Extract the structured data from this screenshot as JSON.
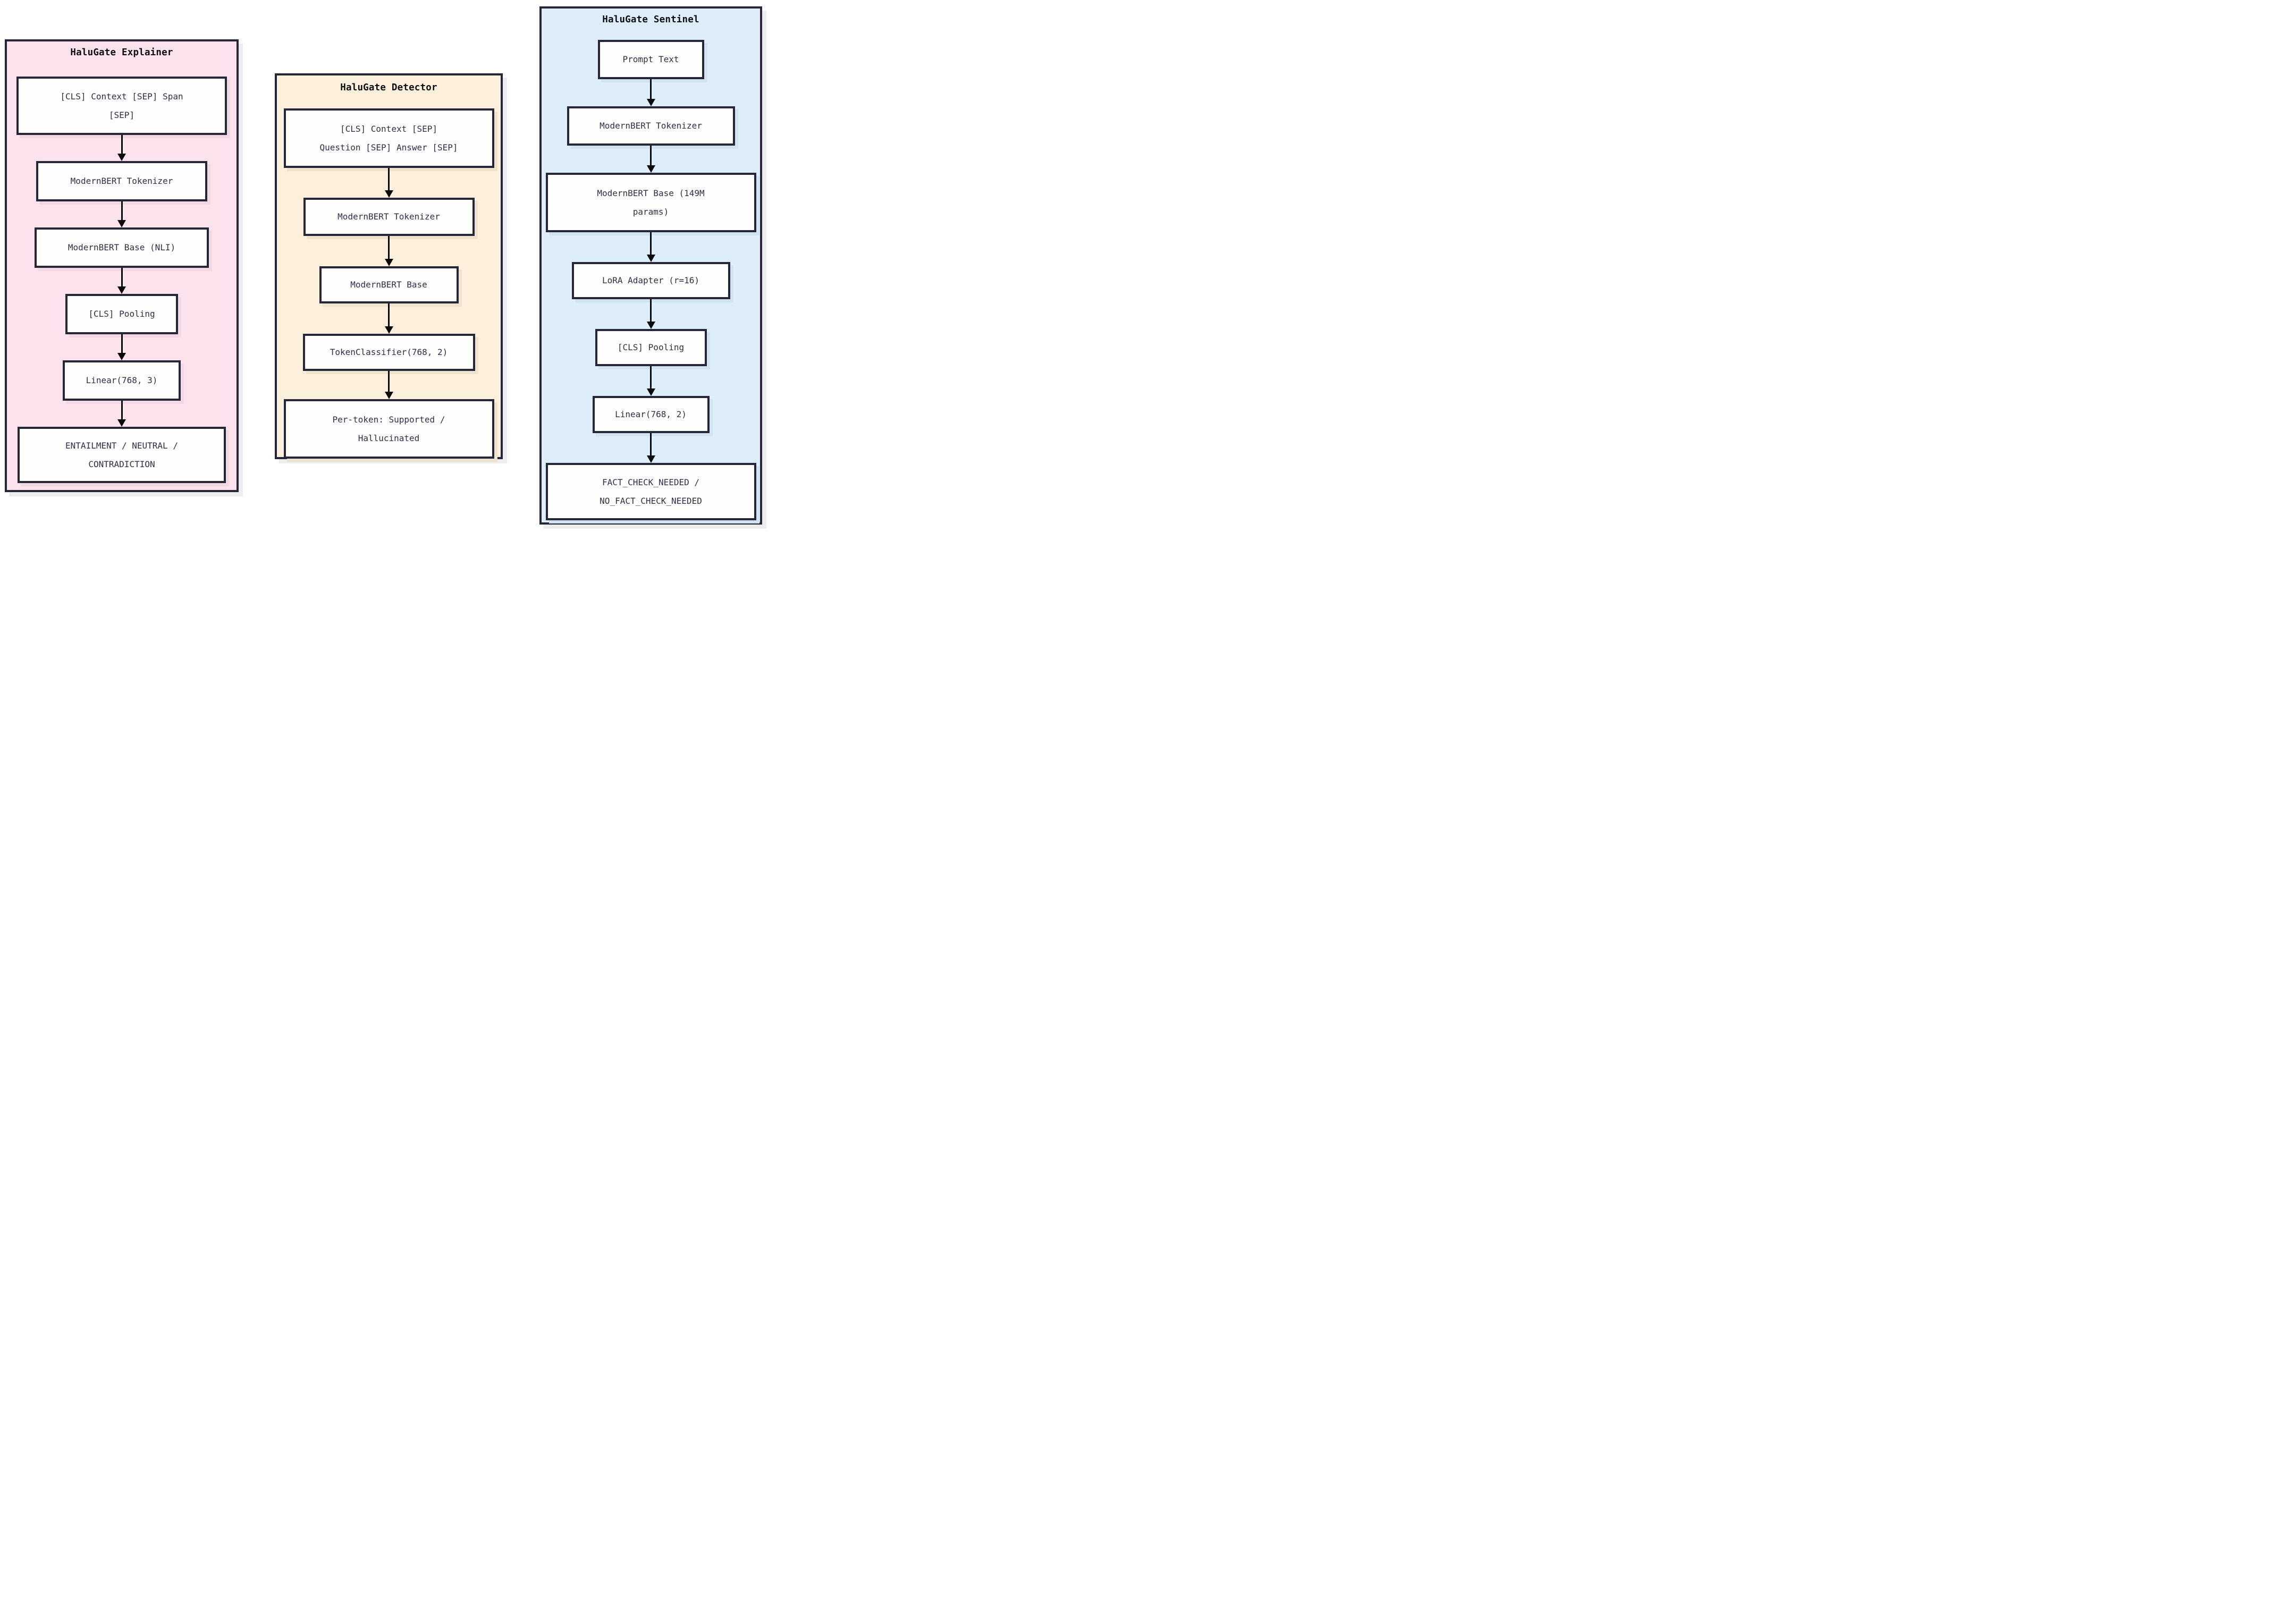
{
  "diagram": {
    "colors": {
      "explainer_bg": "#fbe2ec",
      "detector_bg": "#fcf0dc",
      "sentinel_bg": "#ddedfa",
      "node_bg": "#fefefe",
      "border": "#262639",
      "node_text": "#2e2e48",
      "title_text": "#0d0d14",
      "arrow": "#0a0a0a"
    },
    "columns": [
      {
        "title": "HaluGate Explainer",
        "nodes": [
          {
            "label": [
              "[CLS] Context [SEP] Span",
              "[SEP]"
            ]
          },
          {
            "label": "ModernBERT Tokenizer"
          },
          {
            "label": "ModernBERT Base (NLI)"
          },
          {
            "label": "[CLS] Pooling"
          },
          {
            "label": "Linear(768, 3)"
          },
          {
            "label": [
              "ENTAILMENT / NEUTRAL /",
              "CONTRADICTION"
            ]
          }
        ]
      },
      {
        "title": "HaluGate Detector",
        "nodes": [
          {
            "label": [
              "[CLS] Context [SEP]",
              "Question [SEP] Answer [SEP]"
            ]
          },
          {
            "label": "ModernBERT Tokenizer"
          },
          {
            "label": "ModernBERT Base"
          },
          {
            "label": "TokenClassifier(768, 2)"
          },
          {
            "label": [
              "Per-token: Supported /",
              "Hallucinated"
            ]
          }
        ]
      },
      {
        "title": "HaluGate Sentinel",
        "nodes": [
          {
            "label": "Prompt Text"
          },
          {
            "label": "ModernBERT Tokenizer"
          },
          {
            "label": [
              "ModernBERT Base (149M",
              "params)"
            ]
          },
          {
            "label": "LoRA Adapter (r=16)"
          },
          {
            "label": "[CLS] Pooling"
          },
          {
            "label": "Linear(768, 2)"
          },
          {
            "label": [
              "FACT_CHECK_NEEDED /",
              "NO_FACT_CHECK_NEEDED"
            ]
          }
        ]
      }
    ]
  }
}
